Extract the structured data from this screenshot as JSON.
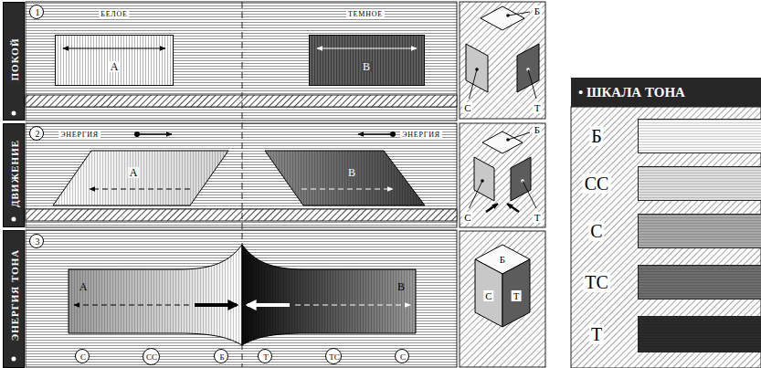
{
  "diagram": {
    "nodes": [
      {
        "text": [
          "ПОКОЙ"
        ]
      },
      {
        "text": [
          "1"
        ]
      },
      {
        "text": [
          "А"
        ]
      },
      {
        "text": [
          "В"
        ]
      },
      {
        "text": [
          "ДВИЖЕНИЕ"
        ]
      },
      {
        "text": [
          "2"
        ]
      },
      {
        "text": [
          "А"
        ]
      },
      {
        "text": [
          "В"
        ]
      },
      {
        "text": [
          "ЭНЕРГИЯ ТОНА"
        ]
      },
      {
        "text": [
          "3"
        ]
      },
      {
        "text": [
          "А"
        ]
      },
      {
        "text": [
          "В"
        ]
      },
      {
        "text": [
          "С"
        ]
      },
      {
        "text": [
          "СС"
        ]
      },
      {
        "text": [
          "Б"
        ]
      },
      {
        "text": [
          "Т"
        ]
      },
      {
        "text": [
          "ТС"
        ]
      },
      {
        "text": [
          "С"
        ]
      }
    ],
    "labels": [
      "БЕЛОЕ",
      "ТЕМНОЕ",
      "Б",
      "С",
      "Т",
      "• ШКАЛА ТОНА",
      "ЭНЕРГИЯ",
      "ЭНЕРГИЯ",
      "Б",
      "С",
      "Т",
      "Б",
      "С",
      "Т"
    ],
    "legend": [
      {
        "text": "Б",
        "color": "#f7f7f7"
      },
      {
        "text": "СС",
        "color": "#dedede"
      },
      {
        "text": "С",
        "color": "#a9a9a9"
      },
      {
        "text": "ТС",
        "color": "#6e6e6e"
      },
      {
        "text": "Т",
        "color": "#2b2b2b"
      }
    ]
  }
}
